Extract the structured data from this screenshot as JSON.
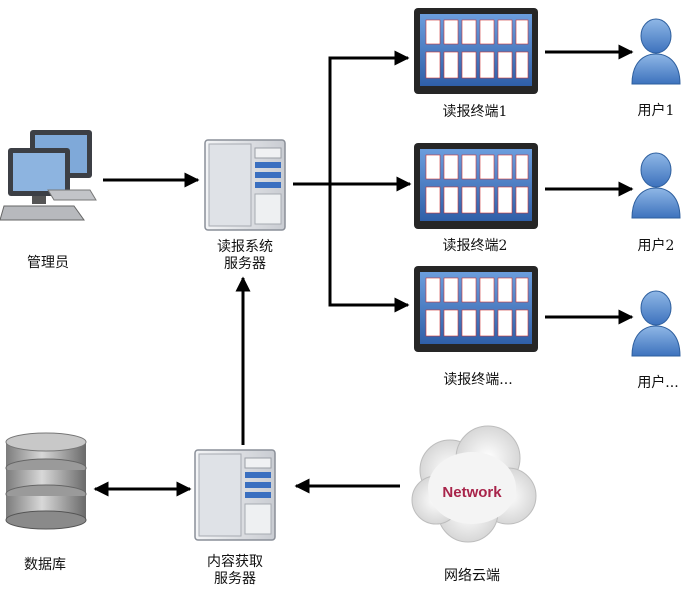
{
  "nodes": {
    "admin": {
      "label": "管理员"
    },
    "reader_server": {
      "label_line1": "读报系统",
      "label_line2": "服务器"
    },
    "content_server": {
      "label_line1": "内容获取",
      "label_line2": "服务器"
    },
    "database": {
      "label": "数据库"
    },
    "cloud": {
      "label": "网络云端",
      "text": "Network"
    },
    "terminals": [
      {
        "label": "读报终端1"
      },
      {
        "label": "读报终端2"
      },
      {
        "label": "读报终端..."
      }
    ],
    "users": [
      {
        "label": "用户1"
      },
      {
        "label": "用户2"
      },
      {
        "label": "用户..."
      }
    ]
  },
  "colors": {
    "arrow": "#000000",
    "user_fill": "#5b8fd0",
    "screen_frame": "#2a2a2a",
    "screen_bg": "#3f76c4",
    "server_body": "#e4e6ea",
    "cloud_text": "#a8244a"
  }
}
